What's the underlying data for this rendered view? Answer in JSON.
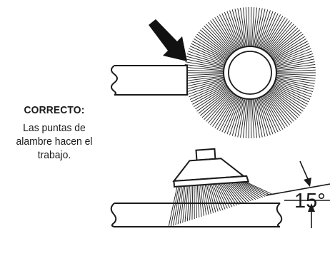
{
  "caption": {
    "title": "CORRECTO:",
    "lines": [
      "Las puntas de",
      "alambre hacen el",
      "trabajo."
    ]
  },
  "angle_label": "15°",
  "colors": {
    "ink": "#1a1a1a",
    "background": "#ffffff"
  }
}
